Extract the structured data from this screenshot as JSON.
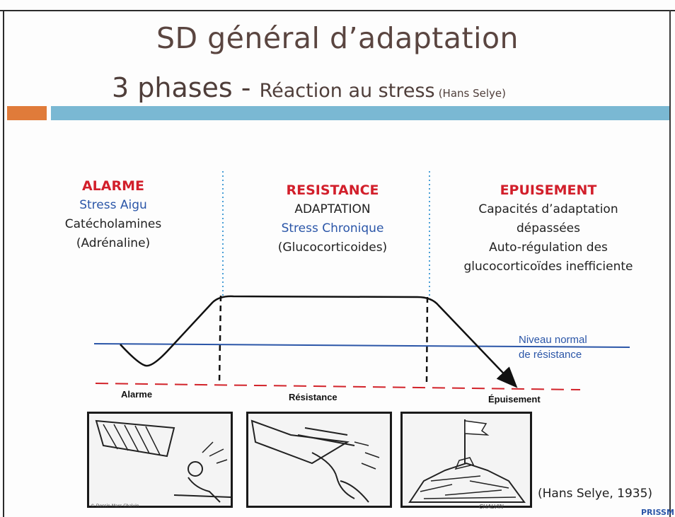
{
  "title": {
    "line1": "SD général d’adaptation",
    "line2_part1": "3 phases - ",
    "line2_part2": "Réaction au stress",
    "line2_part3": "(Hans Selye)"
  },
  "phases": [
    {
      "heading": "ALARME",
      "lines": [
        {
          "text": "Stress Aigu",
          "color": "blue"
        },
        {
          "text": "Catécholamines",
          "color": "black"
        },
        {
          "text": "(Adrénaline)",
          "color": "black"
        }
      ]
    },
    {
      "heading": "RESISTANCE",
      "lines": [
        {
          "text": "ADAPTATION",
          "color": "black"
        },
        {
          "text": "Stress Chronique",
          "color": "blue"
        },
        {
          "text": "(Glucocorticoides)",
          "color": "black"
        }
      ]
    },
    {
      "heading": "EPUISEMENT",
      "lines": [
        {
          "text": "Capacités d’adaptation",
          "color": "black"
        },
        {
          "text": "dépassées",
          "color": "black"
        },
        {
          "text": "Auto-régulation des",
          "color": "black"
        },
        {
          "text": "glucocorticoïdes inefficiente",
          "color": "black"
        }
      ]
    }
  ],
  "graph": {
    "normal_level_line1": "Niveau normal",
    "normal_level_line2": "de résistance",
    "axis_labels": [
      "Alarme",
      "Résistance",
      "Épuisement"
    ]
  },
  "cartoon_credits": {
    "left": "© Dessin Marc Chalvin",
    "right": "CHALVIN"
  },
  "citation": "(Hans Selye, 1935)",
  "footer": "PRISSM",
  "colors": {
    "heading_red": "#d21f2b",
    "text_blue": "#2b56a8",
    "bar_orange": "#e07b3a",
    "bar_blue": "#7ab8d3",
    "dashed_red": "#d2232a"
  }
}
